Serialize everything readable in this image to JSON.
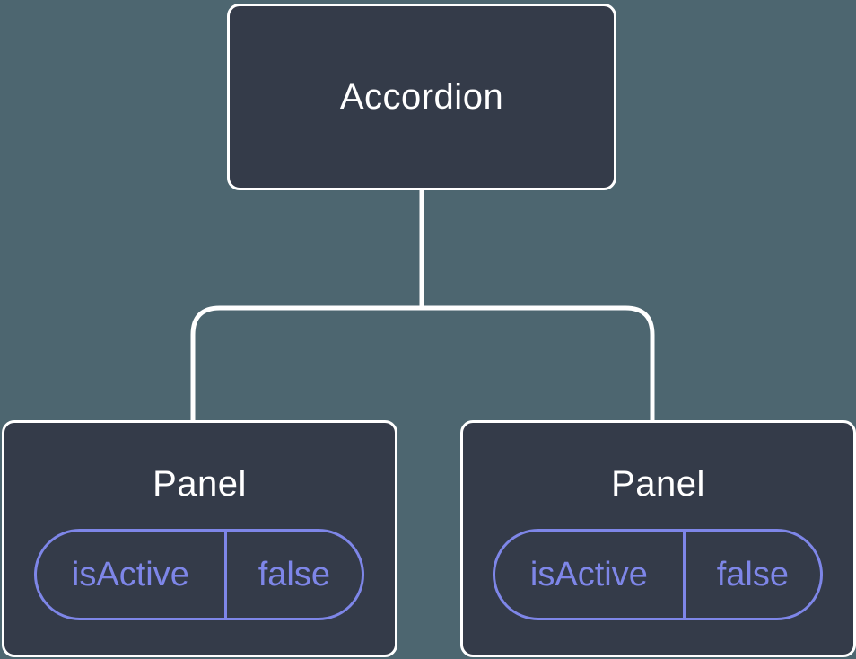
{
  "diagram": {
    "root": {
      "label": "Accordion"
    },
    "children": [
      {
        "label": "Panel",
        "state": {
          "name": "isActive",
          "value": "false"
        }
      },
      {
        "label": "Panel",
        "state": {
          "name": "isActive",
          "value": "false"
        }
      }
    ]
  },
  "colors": {
    "background": "#4D6670",
    "node_fill": "#343B49",
    "node_border": "#FFFFFF",
    "node_text": "#FFFFFF",
    "connector": "#FFFFFF",
    "state_accent": "#7E86E8"
  }
}
